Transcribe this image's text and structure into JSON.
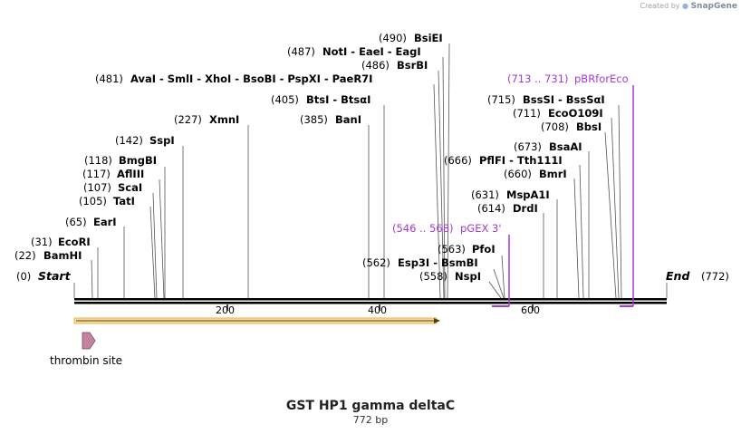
{
  "credit": {
    "prefix": "Created by",
    "brand": "SnapGene"
  },
  "plasmid": {
    "name": "GST HP1 gamma deltaC",
    "length_label": "772 bp"
  },
  "map": {
    "start_label": "Start",
    "start_pos": "(0)",
    "end_label": "End",
    "end_pos": "(772)",
    "ticks": [
      "200",
      "400",
      "600"
    ],
    "colors": {
      "enzyme": "#000000",
      "primer": "#a43ad1",
      "orf": "#e8c66a",
      "feature": "#c4829c"
    }
  },
  "enzymes": [
    {
      "pos": "(0)",
      "name": "Start"
    },
    {
      "pos": "(22)",
      "name": "BamHI"
    },
    {
      "pos": "(31)",
      "name": "EcoRI"
    },
    {
      "pos": "(65)",
      "name": "EarI"
    },
    {
      "pos": "(105)",
      "name": "TatI"
    },
    {
      "pos": "(107)",
      "name": "ScaI"
    },
    {
      "pos": "(117)",
      "name": "AflIII"
    },
    {
      "pos": "(118)",
      "name": "BmgBI"
    },
    {
      "pos": "(142)",
      "name": "SspI"
    },
    {
      "pos": "(227)",
      "name": "XmnI"
    },
    {
      "pos": "(385)",
      "name": "BanI"
    },
    {
      "pos": "(405)",
      "name": "BtsI - BtsαI"
    },
    {
      "pos": "(481)",
      "name": "AvaI - SmlI - XhoI - BsoBI - PspXI - PaeR7I"
    },
    {
      "pos": "(486)",
      "name": "BsrBI"
    },
    {
      "pos": "(487)",
      "name": "NotI - EaeI - EagI"
    },
    {
      "pos": "(490)",
      "name": "BsiEI"
    },
    {
      "pos": "(558)",
      "name": "NspI"
    },
    {
      "pos": "(562)",
      "name": "Esp3I - BsmBI"
    },
    {
      "pos": "(563)",
      "name": "PfoI"
    },
    {
      "pos": "(614)",
      "name": "DrdI"
    },
    {
      "pos": "(631)",
      "name": "MspA1I"
    },
    {
      "pos": "(660)",
      "name": "BmrI"
    },
    {
      "pos": "(666)",
      "name": "PflFI - Tth111I"
    },
    {
      "pos": "(673)",
      "name": "BsaAI"
    },
    {
      "pos": "(708)",
      "name": "BbsI"
    },
    {
      "pos": "(711)",
      "name": "EcoO109I"
    },
    {
      "pos": "(715)",
      "name": "BssSI - BssSαI"
    }
  ],
  "primers": [
    {
      "range": "(546 .. 568)",
      "name": "pGEX 3'"
    },
    {
      "range": "(713 .. 731)",
      "name": "pBRforEco"
    }
  ],
  "features": [
    {
      "name": "thrombin site"
    }
  ]
}
